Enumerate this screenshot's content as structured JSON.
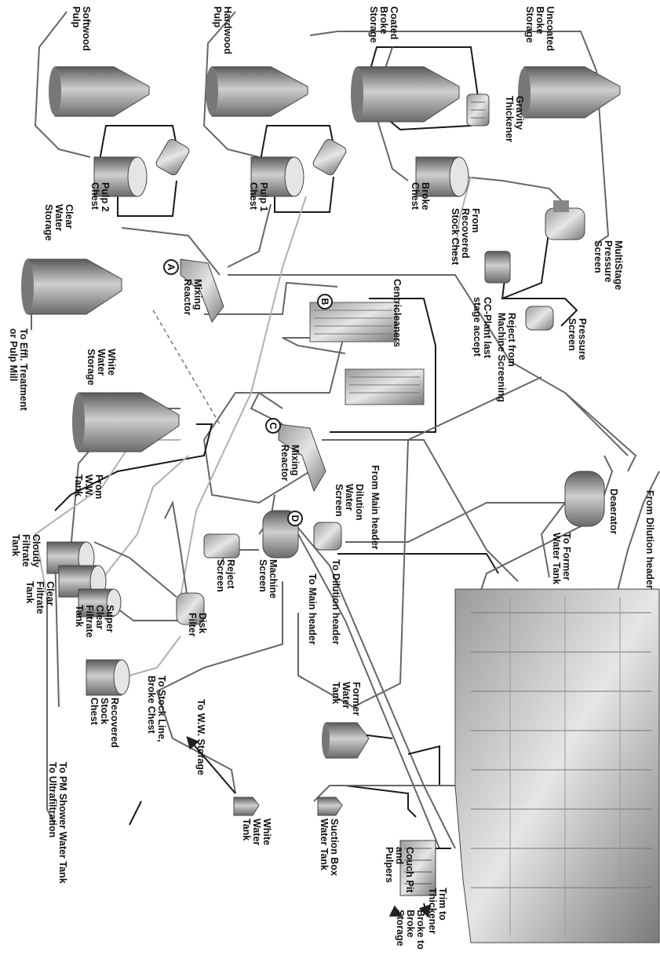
{
  "labels": {
    "softwood_pulp": "Softwood\nPulp",
    "hardwood_pulp": "Hardwood\nPulp",
    "coated_broke": "Coated\nBroke\nStorage",
    "uncoated_broke": "Uncoated\nBroke\nStorage",
    "gravity_thickener": "Gravity\nThickener",
    "pulp2_chest": "Pulp 2\nChest",
    "pulp1_chest": "Pulp 1\nChest",
    "broke_chest": "Broke\nChest",
    "from_recovered": "From\nRecovered\nStock Chest",
    "multistage_screen": "MultiStage\nPressure\nScreen",
    "clear_water_storage": "Clear\nWater\nStorage",
    "mixing_reactor_a": "Mixing\nReactor",
    "centricleaners": "Centricleaners",
    "reject_machine_screening": "Reject from\nMachine Screening",
    "cc_plant": "CC-Plant last\nstage accept",
    "pressure_screen": "Pressure\nScreen",
    "to_effl": "To Effl. Treatment\nor Pulp Mill",
    "white_water_storage": "White\nWater\nStorage",
    "mixing_reactor_c": "Mixing\nReactor",
    "from_ww_tank": "From\nW.W.\nTank",
    "from_main_header": "From Main header",
    "dilution_water_screen": "Dilution\nWater\nScreen",
    "deaerator": "Deaerator",
    "from_dilution_header": "From Dilution header",
    "to_former_water_tank": "To Former\nWater Tank",
    "cloudy_filtrate": "Cloudy\nFiltrate\nTank",
    "clear_filtrate": "Clear\nFiltrate\nTank",
    "super_clear": "Super\nClear\nFiltrate\nTank",
    "reject_screen": "Reject\nScreen",
    "machine_screen": "Machine\nScreen",
    "to_dilution_header": "To Dilution header",
    "to_main_header": "To Main header",
    "disk_filter": "Disk\nFilter",
    "recovered_stock": "Recovered\nStock\nChest",
    "to_stock_line": "To Stock Line,\nBroke Chest",
    "former_water_tank": "Former\nWater\nTank",
    "to_ww_storage": "To W.W. Storage",
    "to_pm_shower": "To PM Shower Water Tank\nTo Ultrafiltration",
    "white_water_tank": "White\nWater\nTank",
    "suction_box": "Suction Box\nWater Tank",
    "couch_pit": "Couch Pit\nand\nPulpers",
    "trim_thickener": "Trim to\nThickener",
    "broke_to_storage": "Broke to\nBroke\nStorage"
  },
  "markers": {
    "a": "A",
    "b": "B",
    "c": "C",
    "d": "D"
  },
  "colors": {
    "pipe": "#666666",
    "pipe_dark": "#1a1a1a",
    "pipe_light": "#b0b0b0",
    "tank": "#8a8a8a"
  }
}
